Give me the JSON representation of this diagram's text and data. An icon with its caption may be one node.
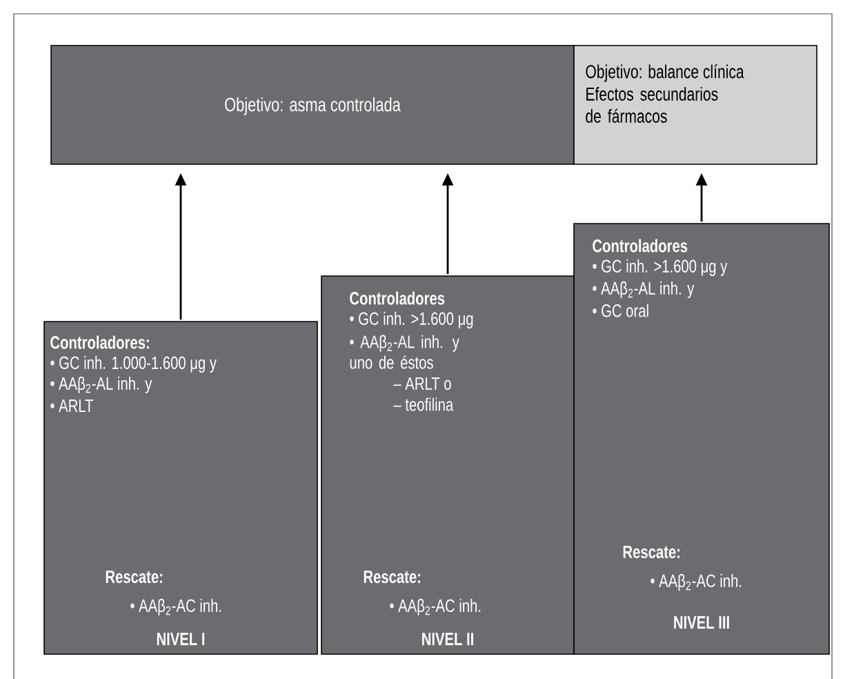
{
  "diagram": {
    "nodes": [
      {
        "text": [
          "Objetivo: asma controlada"
        ]
      },
      {
        "text": [
          "Objetivo: balance clínica",
          "Efectos secundarios de fármacos"
        ]
      },
      {
        "text": [
          "Controladores:",
          "• GC inh. 1.000-1.600 μg y",
          "• AAβ$_{2}$-AL inh. y",
          "• ARLT",
          "Rescate:",
          "• AAβ$_{2}$-AC inh.",
          "NIVEL I"
        ]
      },
      {
        "text": [
          "Controladores",
          "• GC inh. >1.600 μg",
          "• AAβ$_{2}$-AL inh. y uno de éstos",
          "– ARLT o",
          "– teofilina",
          "Rescate:",
          "• AAβ$_{2}$-AC inh.",
          "NIVEL II"
        ]
      },
      {
        "text": [
          "Controladores",
          "• GC inh. >1.600 μg y",
          "• AAβ$_{2}$-AL inh. y",
          "• GC oral",
          "Rescate:",
          "• AAβ$_{2}$-AC inh.",
          "NIVEL III"
        ]
      }
    ],
    "edges": [
      {
        "from": 2,
        "to": 0,
        "arrow": "to"
      },
      {
        "from": 3,
        "to": 0,
        "arrow": "to"
      },
      {
        "from": 4,
        "to": 1,
        "arrow": "to"
      }
    ]
  }
}
